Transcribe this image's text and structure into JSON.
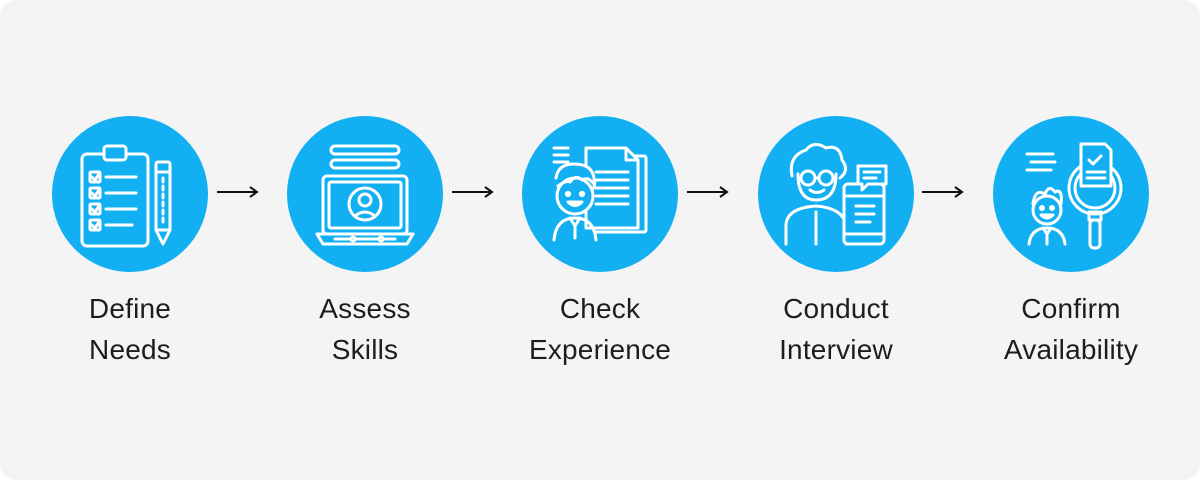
{
  "steps": [
    {
      "icon": "clipboard-checklist-icon",
      "line1": "Define",
      "line2": "Needs"
    },
    {
      "icon": "laptop-profile-icon",
      "line1": "Assess",
      "line2": "Skills"
    },
    {
      "icon": "person-documents-icon",
      "line1": "Check",
      "line2": "Experience"
    },
    {
      "icon": "interview-person-phone-icon",
      "line1": "Conduct",
      "line2": "Interview"
    },
    {
      "icon": "magnifier-document-person-icon",
      "line1": "Confirm",
      "line2": "Availability"
    }
  ],
  "colors": {
    "circle": "#12b0f2",
    "background": "#f4f4f4",
    "text": "#1d1d1f",
    "arrow": "#111111"
  }
}
